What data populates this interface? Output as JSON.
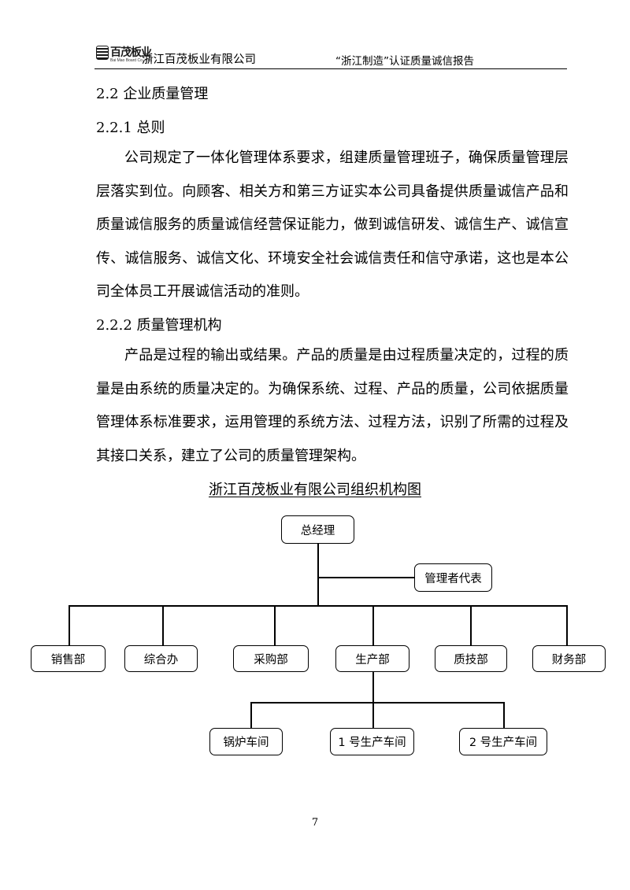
{
  "header": {
    "logo_name": "百茂板业",
    "logo_sub": "Bai Mao Board Co., Ltd.",
    "company": "浙江百茂板业有限公司",
    "report_title": "“浙江制造”认证质量诚信报告"
  },
  "section": {
    "title": "2.2 企业质量管理",
    "sub1": {
      "title": "2.2.1 总则",
      "text": "公司规定了一体化管理体系要求，组建质量管理班子，确保质量管理层层落实到位。向顾客、相关方和第三方证实本公司具备提供质量诚信产品和质量诚信服务的质量诚信经营保证能力，做到诚信研发、诚信生产、诚信宣传、诚信服务、诚信文化、环境安全社会诚信责任和信守承诺，这也是本公司全体员工开展诚信活动的准则。"
    },
    "sub2": {
      "title": "2.2.2 质量管理机构",
      "text": "产品是过程的输出或结果。产品的质量是由过程质量决定的，过程的质量是由系统的质量决定的。为确保系统、过程、产品的质量，公司依据质量管理体系标准要求，运用管理的系统方法、过程方法，识别了所需的过程及其接口关系，建立了公司的质量管理架构。"
    }
  },
  "org_chart": {
    "title": "浙江百茂板业有限公司组织机构图",
    "top": "总经理",
    "representative": "管理者代表",
    "departments": [
      "销售部",
      "综合办",
      "采购部",
      "生产部",
      "质技部",
      "财务部"
    ],
    "workshops": [
      "锅炉车间",
      "1 号生产车间",
      "2 号生产车间"
    ]
  },
  "page_number": "7"
}
